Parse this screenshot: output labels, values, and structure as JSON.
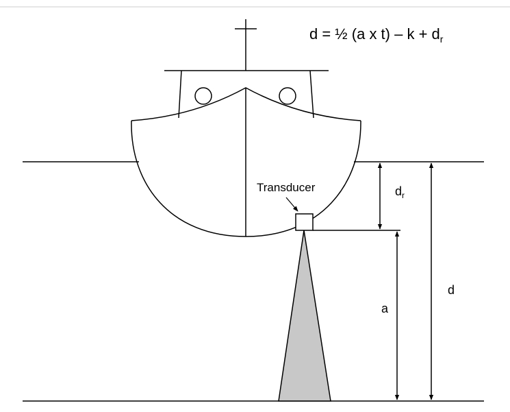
{
  "formula": {
    "main": "d = ½ (a x t) – k + d",
    "subscript": "r"
  },
  "labels": {
    "transducer": "Transducer",
    "draft_base": "d",
    "draft_sub": "r",
    "a": "a",
    "d": "d"
  },
  "colors": {
    "line": "#000000",
    "beam_fill": "#c8c8c8",
    "top_rule": "#cccccc"
  }
}
